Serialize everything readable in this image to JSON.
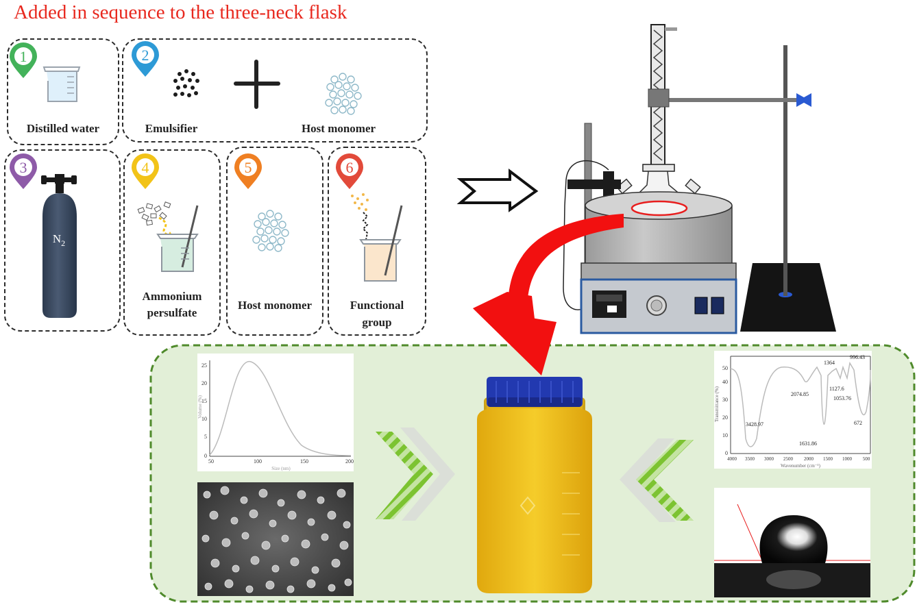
{
  "title": "Added in sequence to the three-neck flask",
  "steps": [
    {
      "number": "1",
      "label": "Distilled water",
      "marker_color": "#43b25a",
      "icon": "beaker-water-icon"
    },
    {
      "number": "2",
      "label_left": "Emulsifier",
      "label_right": "Host monomer",
      "marker_color": "#2d9ad6",
      "icon": "emulsifier-dots-icon"
    },
    {
      "number": "3",
      "label": "N2",
      "marker_color": "#8e5ba8",
      "icon": "nitrogen-cylinder-icon"
    },
    {
      "number": "4",
      "label_line1": "Ammonium",
      "label_line2": "persulfate",
      "marker_color": "#f2c318",
      "icon": "beaker-stir-icon"
    },
    {
      "number": "5",
      "label": "Host monomer",
      "marker_color": "#ef7f22",
      "icon": "monomer-cluster-icon"
    },
    {
      "number": "6",
      "label_line1": "Functional",
      "label_line2": "group",
      "marker_color": "#e24a3a",
      "icon": "beaker-functional-icon"
    }
  ],
  "colors": {
    "title": "#e8281e",
    "result_panel_bg": "#e2efd7",
    "result_panel_border": "#4f8a2b",
    "curved_arrow": "#f21010",
    "chevron_green": "#7cc331",
    "cylinder": "#3b4a5f",
    "emulsion": "#f1c320",
    "cap": "#2239b0"
  },
  "size_chart": {
    "yticks": [
      "0",
      "5",
      "10",
      "15",
      "20",
      "25"
    ],
    "xticks": [
      "50",
      "100",
      "150",
      "200"
    ],
    "xlabel": "Size (nm)",
    "ylabel": "Volume (%)"
  },
  "ir_chart": {
    "yticks": [
      "0",
      "10",
      "20",
      "30",
      "40",
      "50"
    ],
    "xticks": [
      "4000",
      "3500",
      "3000",
      "2500",
      "2000",
      "1500",
      "1000",
      "500"
    ],
    "xlabel": "Wavenumber (cm⁻¹)",
    "ylabel": "Transmittance (%)",
    "peaks": [
      "3428.97",
      "2074.85",
      "1631.86",
      "1364",
      "1127.6",
      "1053.76",
      "996.43",
      "672"
    ]
  }
}
